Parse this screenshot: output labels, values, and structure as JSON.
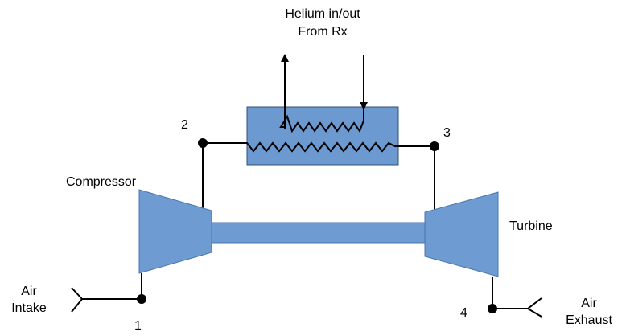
{
  "labels": {
    "helium_line1": "Helium in/out",
    "helium_line2": "From Rx",
    "compressor": "Compressor",
    "turbine": "Turbine",
    "air_intake_line1": "Air",
    "air_intake_line2": "Intake",
    "air_exhaust_line1": "Air",
    "air_exhaust_line2": "Exhaust"
  },
  "state_points": {
    "p1": "1",
    "p2": "2",
    "p3": "3",
    "p4": "4"
  },
  "colors": {
    "component_fill": "#6f9bd3",
    "component_stroke": "#4a76b0",
    "heat_exchanger_fill": "#6b99d0",
    "heat_exchanger_stroke": "#2f4f7a",
    "line": "#000000"
  }
}
